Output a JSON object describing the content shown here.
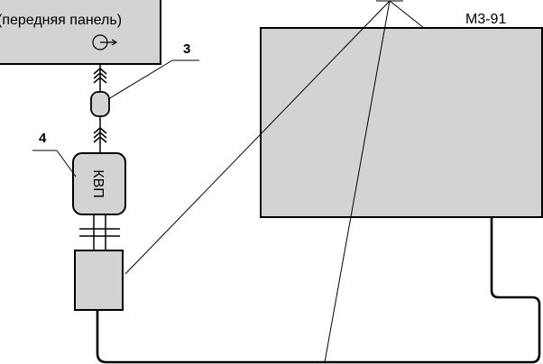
{
  "panel": {
    "caption": "(передняя панель)"
  },
  "device": {
    "label": "М3-91"
  },
  "converter": {
    "label": "КВП"
  },
  "callouts": {
    "adapter": "3",
    "converter": "4"
  },
  "colors": {
    "box_fill": "#d3d3d3",
    "stroke": "#000000",
    "background": "#ffffff"
  }
}
